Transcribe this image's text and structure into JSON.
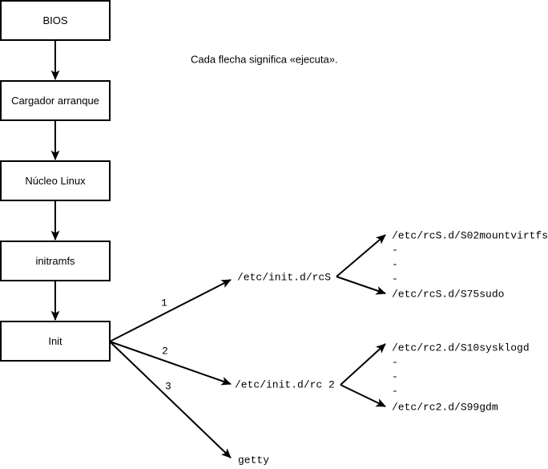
{
  "caption": "Cada flecha significa «ejecuta».",
  "boot_chain": {
    "boxes": [
      {
        "label": "BIOS"
      },
      {
        "label": "Cargador arranque"
      },
      {
        "label": "Núcleo Linux"
      },
      {
        "label": "initramfs"
      },
      {
        "label": "Init"
      }
    ]
  },
  "init_branches": [
    {
      "number": "1",
      "target": "/etc/init.d/rcS"
    },
    {
      "number": "2",
      "target": "/etc/init.d/rc 2"
    },
    {
      "number": "3",
      "target": "getty"
    }
  ],
  "rcs_scripts": {
    "first": "/etc/rcS.d/S02mountvirtfs",
    "ellipsis": [
      "-",
      "-",
      "-"
    ],
    "last": "/etc/rcS.d/S75sudo"
  },
  "rc2_scripts": {
    "first": "/etc/rc2.d/S10sysklogd",
    "ellipsis": [
      "-",
      "-",
      "-"
    ],
    "last": "/etc/rc2.d/S99gdm"
  },
  "colors": {
    "stroke": "#000000",
    "background": "#ffffff",
    "text": "#000000"
  }
}
